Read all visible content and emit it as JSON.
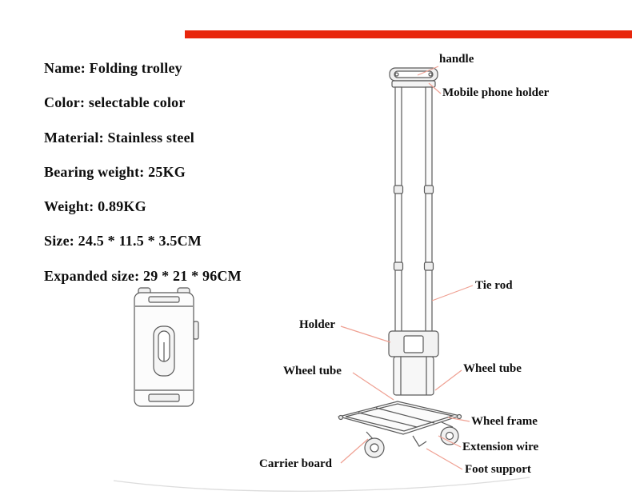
{
  "page": {
    "background": "#ffffff",
    "accent_bar_color": "#e8260c",
    "leader_line_color": "#efa092",
    "drawing_stroke_color": "#5a5a5a"
  },
  "specs": {
    "lines": [
      "Name: Folding trolley",
      "Color: selectable color",
      "Material: Stainless steel",
      "Bearing weight: 25KG",
      "Weight: 0.89KG",
      "Size: 24.5 * 11.5 * 3.5CM",
      "Expanded size: 29 * 21 * 96CM"
    ]
  },
  "labels": {
    "handle": "handle",
    "mobile_phone_holder": "Mobile phone holder",
    "tie_rod": "Tie rod",
    "holder": "Holder",
    "wheel_tube_left": "Wheel tube",
    "wheel_tube_right": "Wheel tube",
    "wheel_frame": "Wheel frame",
    "extension_wire": "Extension wire",
    "foot_support": "Foot support",
    "carrier_board": "Carrier board"
  }
}
